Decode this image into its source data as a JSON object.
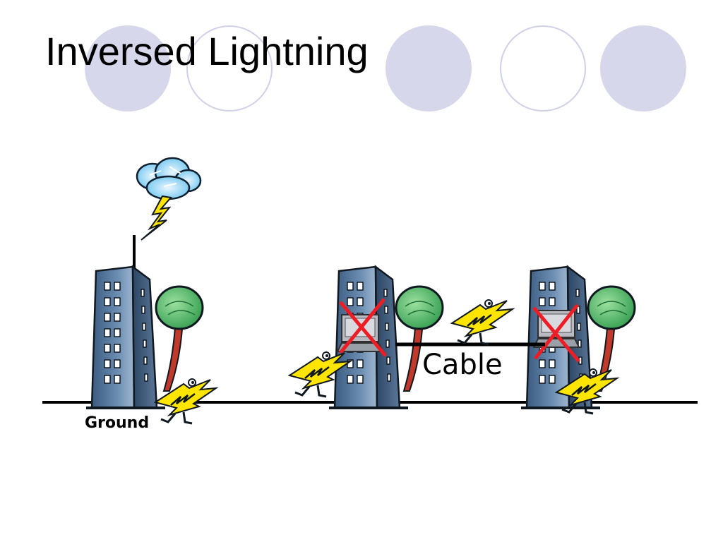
{
  "slide": {
    "title": "Inversed Lightning"
  },
  "diagram": {
    "labels": {
      "ground": "Ground",
      "cable": "Cable"
    },
    "icons": [
      "cloud-icon",
      "lightning-bolt-icon",
      "building-icon",
      "tree-icon",
      "computer-icon",
      "red-x-icon",
      "lightning-creature-icon"
    ],
    "colors": {
      "circle_fill": "#d7d7ec",
      "circle_outline": "#d0d0e8",
      "cross": "#ee1c24",
      "bolt": "#ffe500",
      "ground_line": "#000000"
    }
  }
}
